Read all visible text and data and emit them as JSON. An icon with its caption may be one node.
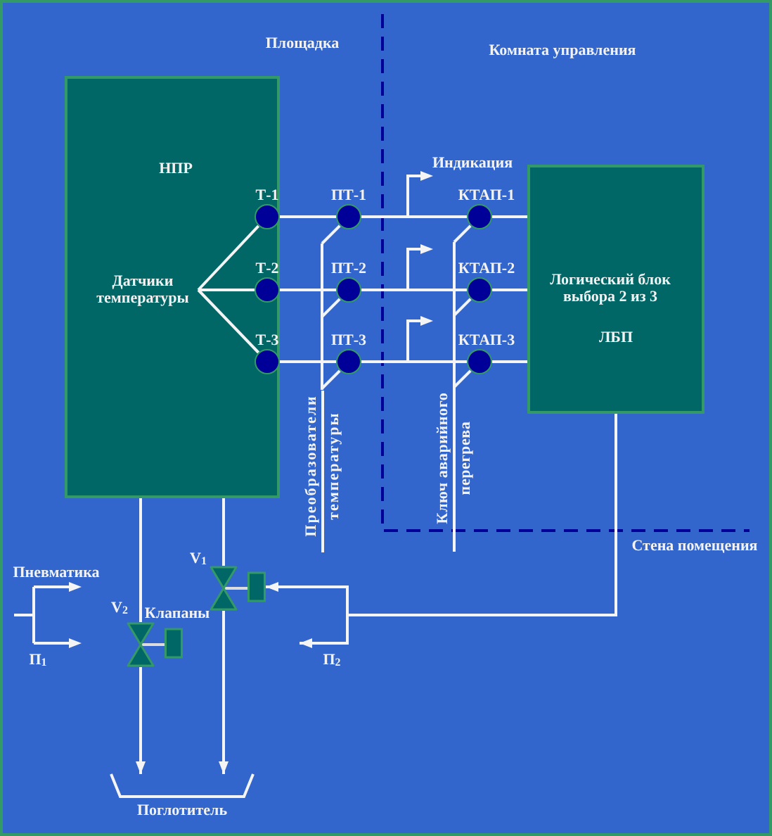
{
  "diagram": {
    "nodes": [
      {
        "text": [
          "НПР"
        ]
      },
      {
        "text": [
          "Датчики температуры"
        ],
        "in": 0
      },
      {
        "text": [
          "Т-1"
        ],
        "in": 0
      },
      {
        "text": [
          "Т-2"
        ],
        "in": 0
      },
      {
        "text": [
          "Т-3"
        ],
        "in": 0
      },
      {
        "text": [
          "ПТ-1"
        ]
      },
      {
        "text": [
          "ПТ-2"
        ]
      },
      {
        "text": [
          "ПТ-3"
        ]
      },
      {
        "text": [
          "КТАП-1"
        ]
      },
      {
        "text": [
          "КТАП-2"
        ]
      },
      {
        "text": [
          "КТАП-3"
        ]
      },
      {
        "text": [
          "Логический блок выбора 2 из 3",
          "ЛБП"
        ]
      },
      {
        "text": [
          "Преобразователи температуры"
        ]
      },
      {
        "text": [
          "Ключ аварийного перегрева"
        ]
      },
      {
        "text": [
          "V$_{1}$"
        ]
      },
      {
        "text": [
          "V$_{2}$"
        ]
      },
      {
        "text": [
          "Поглотитель"
        ]
      }
    ],
    "edges": [
      {
        "from": 1,
        "to": 2,
        "arrow": "none"
      },
      {
        "from": 1,
        "to": 3,
        "arrow": "none"
      },
      {
        "from": 1,
        "to": 4,
        "arrow": "none"
      },
      {
        "from": 2,
        "to": 5,
        "arrow": "none"
      },
      {
        "from": 3,
        "to": 6,
        "arrow": "none"
      },
      {
        "from": 4,
        "to": 7,
        "arrow": "none"
      },
      {
        "from": 5,
        "to": 8,
        "arrow": "none"
      },
      {
        "from": 6,
        "to": 9,
        "arrow": "none"
      },
      {
        "from": 7,
        "to": 10,
        "arrow": "none"
      },
      {
        "from": 8,
        "to": 11,
        "arrow": "none"
      },
      {
        "from": 9,
        "to": 11,
        "arrow": "none"
      },
      {
        "from": 10,
        "to": 11,
        "arrow": "none"
      },
      {
        "from": 12,
        "to": 5,
        "arrow": "none"
      },
      {
        "from": 12,
        "to": 6,
        "arrow": "none"
      },
      {
        "from": 12,
        "to": 7,
        "arrow": "none"
      },
      {
        "from": 13,
        "to": 8,
        "arrow": "none"
      },
      {
        "from": 13,
        "to": 9,
        "arrow": "none"
      },
      {
        "from": 13,
        "to": 10,
        "arrow": "none"
      },
      {
        "from": 0,
        "to": 14,
        "arrow": "none"
      },
      {
        "from": 0,
        "to": 15,
        "arrow": "none"
      },
      {
        "from": 14,
        "to": 16,
        "arrow": "to"
      },
      {
        "from": 15,
        "to": 16,
        "arrow": "to"
      },
      {
        "from": 11,
        "to": 14,
        "arrow": "to"
      },
      {
        "from": 11,
        "to": null,
        "arrow": "to"
      }
    ],
    "labels": [
      "Площадка",
      "Комната управления",
      "Индикация",
      "Стена помещения",
      "Пневматика",
      "Клапаны",
      "П$_{1}$",
      "П$_{2}$"
    ]
  }
}
